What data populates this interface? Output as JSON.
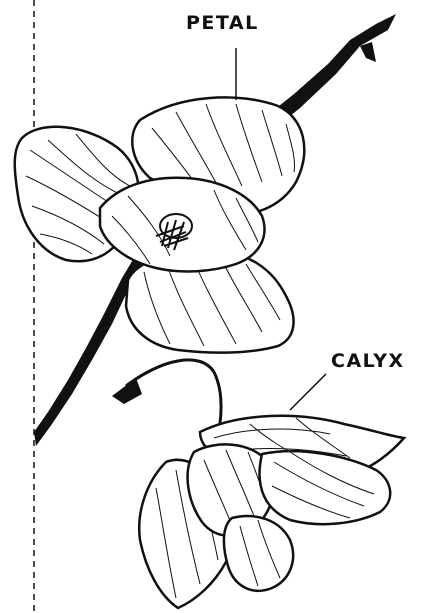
{
  "labels": {
    "petal": "PETAL",
    "calyx": "CALYX"
  },
  "colors": {
    "ink": "#111111",
    "fill": "#ffffff",
    "stem": "#111111"
  },
  "diagram": {
    "subject": "flower",
    "parts": [
      "petal",
      "calyx",
      "stem",
      "stamen"
    ],
    "guide": "dashed-vertical-line"
  }
}
